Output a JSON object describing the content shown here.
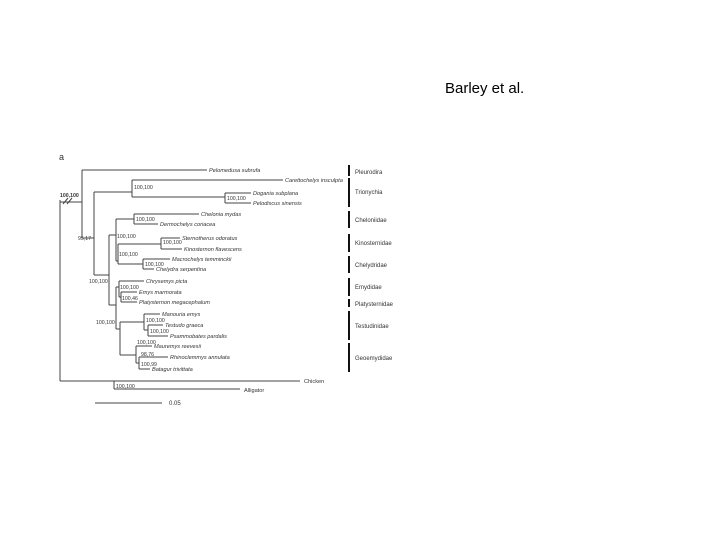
{
  "slide": {
    "author_label": "Barley et al."
  },
  "figure": {
    "panel_label": "a",
    "root_support": "100,100",
    "scale_label": "0.05",
    "taxa": [
      {
        "id": "pelomedusa",
        "label": "Pelomedusa subrufa"
      },
      {
        "id": "carettochelys",
        "label": "Carettochelys insculpta"
      },
      {
        "id": "dogania",
        "label": "Dogania subplana"
      },
      {
        "id": "pelodiscus",
        "label": "Pelodiscus sinensis"
      },
      {
        "id": "chelonia",
        "label": "Chelonia mydas"
      },
      {
        "id": "dermochelys",
        "label": "Dermochelys coriacea"
      },
      {
        "id": "sternotherus",
        "label": "Sternotherus odoratus"
      },
      {
        "id": "kinosternon",
        "label": "Kinosternon flavescens"
      },
      {
        "id": "macrochelys",
        "label": "Macrochelys temminckii"
      },
      {
        "id": "chelydra",
        "label": "Chelydra serpentina"
      },
      {
        "id": "chrysemys",
        "label": "Chrysemys picta"
      },
      {
        "id": "emys",
        "label": "Emys marmorata"
      },
      {
        "id": "platysternon",
        "label": "Platysternon megacephalum"
      },
      {
        "id": "manouria",
        "label": "Manouria emys"
      },
      {
        "id": "testudo",
        "label": "Testudo graeca"
      },
      {
        "id": "psammobates",
        "label": "Psammobates pardalis"
      },
      {
        "id": "mauremys",
        "label": "Mauremys reevesii"
      },
      {
        "id": "rhinoclemmys",
        "label": "Rhinoclemmys annulata"
      },
      {
        "id": "batagur",
        "label": "Batagur trivittata"
      },
      {
        "id": "chicken",
        "label": "Chicken"
      },
      {
        "id": "alligator",
        "label": "Alligator"
      }
    ],
    "supports": [
      {
        "id": "trionychia",
        "value": "100,100"
      },
      {
        "id": "trionychidae",
        "value": "100,100"
      },
      {
        "id": "cryptodira",
        "value": "95,17"
      },
      {
        "id": "chelonioidea",
        "value": "100,100"
      },
      {
        "id": "americhelydia",
        "value": "100,100"
      },
      {
        "id": "kinosternidae",
        "value": "100,100"
      },
      {
        "id": "chelydroidea",
        "value": "100,100"
      },
      {
        "id": "chelydridae",
        "value": "100,100"
      },
      {
        "id": "testudinoidea",
        "value": "100,100"
      },
      {
        "id": "emydidae",
        "value": "100,100"
      },
      {
        "id": "emys_platy",
        "value": "100,46"
      },
      {
        "id": "testudinidae_geo",
        "value": "100,100"
      },
      {
        "id": "testudinidae",
        "value": "100,100"
      },
      {
        "id": "testudo_psamm",
        "value": "100,100"
      },
      {
        "id": "geoemydidae",
        "value": "100,100"
      },
      {
        "id": "rhino_bat",
        "value": "98,76"
      },
      {
        "id": "geo_inner",
        "value": "100,99"
      },
      {
        "id": "archosauria",
        "value": "100,100"
      }
    ],
    "families": [
      {
        "id": "pleurodira",
        "label": "Pleurodira"
      },
      {
        "id": "trionychia",
        "label": "Trionychia"
      },
      {
        "id": "cheloniidae",
        "label": "Cheloniidae"
      },
      {
        "id": "kinosternidae",
        "label": "Kinosternidae"
      },
      {
        "id": "chelydridae",
        "label": "Chelydridae"
      },
      {
        "id": "emydidae",
        "label": "Emydidae"
      },
      {
        "id": "platysternidae",
        "label": "Platysternidae"
      },
      {
        "id": "testudinidae",
        "label": "Testudinidae"
      },
      {
        "id": "geoemydidae",
        "label": "Geoemydidae"
      }
    ]
  }
}
